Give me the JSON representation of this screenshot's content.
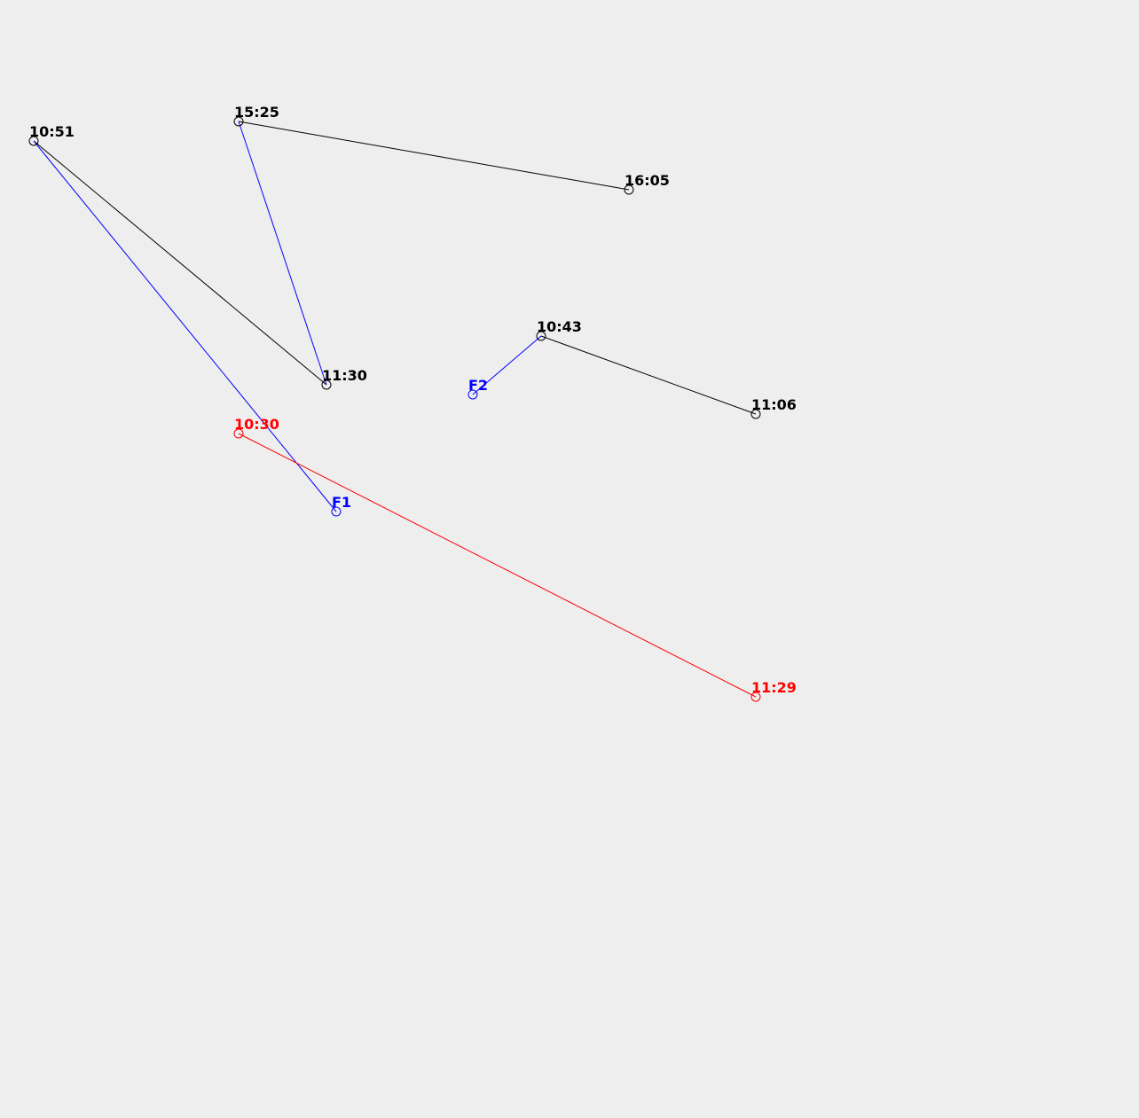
{
  "colors": {
    "background": "#eeeeee",
    "black": "#000000",
    "blue": "#0000ff",
    "red": "#ff0000"
  },
  "nodes": {
    "n1051": {
      "label": "10:51",
      "color": "black"
    },
    "n1525": {
      "label": "15:25",
      "color": "black"
    },
    "n1605": {
      "label": "16:05",
      "color": "black"
    },
    "n1130": {
      "label": "11:30",
      "color": "black"
    },
    "n1043": {
      "label": "10:43",
      "color": "black"
    },
    "n1106": {
      "label": "11:06",
      "color": "black"
    },
    "nF1": {
      "label": "F1",
      "color": "blue"
    },
    "nF2": {
      "label": "F2",
      "color": "blue"
    },
    "n1030": {
      "label": "10:30",
      "color": "red"
    },
    "n1129": {
      "label": "11:29",
      "color": "red"
    }
  },
  "edges": [
    {
      "from": "n1525",
      "to": "n1605",
      "color": "black"
    },
    {
      "from": "n1051",
      "to": "n1130",
      "color": "black"
    },
    {
      "from": "n1043",
      "to": "n1106",
      "color": "black"
    },
    {
      "from": "n1525",
      "to": "n1130",
      "color": "blue"
    },
    {
      "from": "n1051",
      "to": "nF1",
      "color": "blue"
    },
    {
      "from": "nF2",
      "to": "n1043",
      "color": "blue"
    },
    {
      "from": "n1030",
      "to": "n1129",
      "color": "red"
    }
  ]
}
